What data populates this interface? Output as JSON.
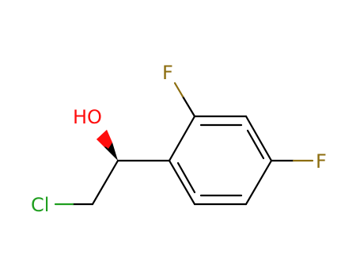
{
  "molecule": {
    "atoms": [
      {
        "id": "hydroxyl",
        "label": "HO",
        "color": "#ff0d0d"
      },
      {
        "id": "chlorine",
        "label": "Cl",
        "color": "#1f9e1f"
      },
      {
        "id": "fluorine-ortho",
        "label": "F",
        "color": "#8c6d0f"
      },
      {
        "id": "fluorine-para",
        "label": "F",
        "color": "#8c6d0f"
      }
    ],
    "colors": {
      "bond": "#000000",
      "oxygen": "#ff0d0d",
      "chlorine": "#1f9e1f",
      "fluorine": "#8c6d0f",
      "background": "#ffffff"
    }
  }
}
